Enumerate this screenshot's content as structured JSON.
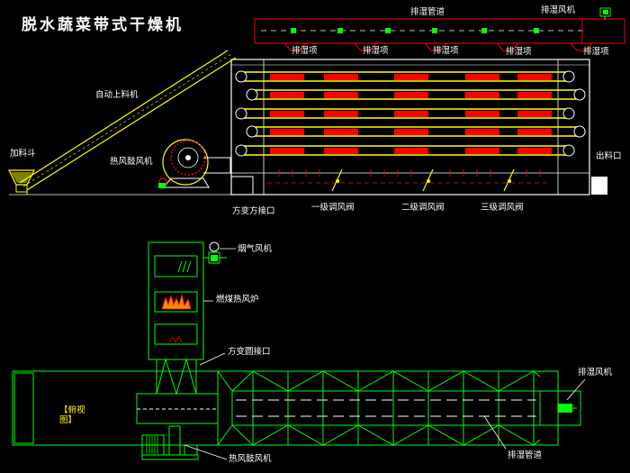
{
  "title": "脱水蔬菜带式干燥机",
  "top_labels": {
    "exhaust_pipe": "排湿管道",
    "exhaust_fan": "排湿风机",
    "exhaust_tops": [
      "排湿项",
      "排湿项",
      "排湿项",
      "排湿项",
      "排湿项"
    ],
    "auto_feeder": "自动上料机",
    "hopper": "加料斗",
    "hot_air_fan": "热风鼓风机",
    "outlet": "出料口",
    "square_round": "方变方接口",
    "damper_1": "一级调风阀",
    "damper_2": "二级调风阀",
    "damper_3": "三级调风阀"
  },
  "bottom_labels": {
    "flue_fan": "烟气风机",
    "coal_furnace": "燃煤热风炉",
    "square_round": "方变圆接口",
    "view_name": "【俯视图】",
    "exhaust_fan": "排湿风机",
    "exhaust_pipe": "排湿管道",
    "hot_air_fan": "热风鼓风机"
  },
  "colors": {
    "line": "#00ff00",
    "yellow": "#ffff00",
    "red": "#ff0000",
    "white": "#ffffff",
    "fire": "#ff8800",
    "background": "#000000"
  }
}
